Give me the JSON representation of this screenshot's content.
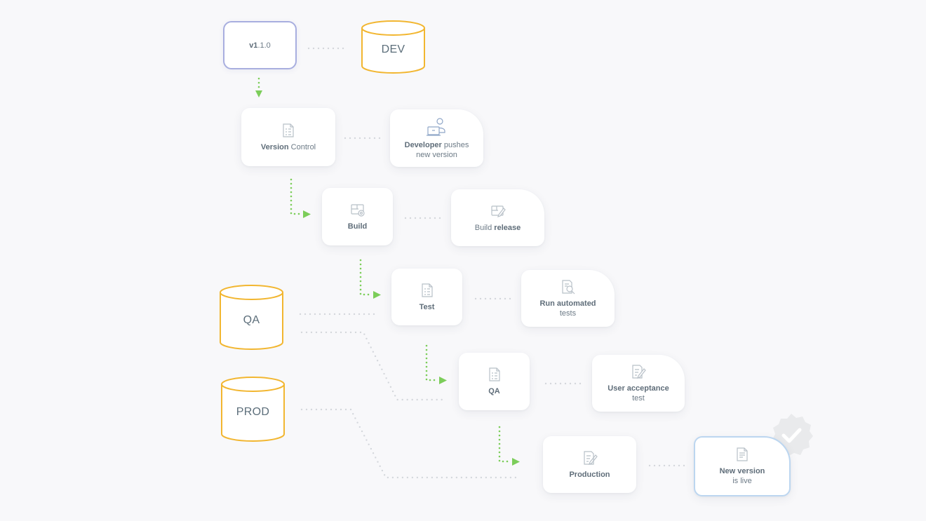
{
  "databases": {
    "dev": "DEV",
    "qa": "QA",
    "prod": "PROD"
  },
  "version_tag": {
    "bold": "v1",
    "rest": ".1.0"
  },
  "pipeline": {
    "version_control": {
      "bold": "Version",
      "rest": " Control",
      "icon": "checklist-document-icon"
    },
    "build": {
      "label": "Build",
      "icon": "build-gear-icon"
    },
    "test": {
      "label": "Test",
      "icon": "checklist-document-icon"
    },
    "qa": {
      "label": "QA",
      "icon": "checklist-document-icon"
    },
    "production": {
      "label": "Production",
      "icon": "edit-document-icon"
    }
  },
  "notes": {
    "developer": {
      "bold": "Developer",
      "rest": " pushes",
      "line2": "new version",
      "icon": "developer-laptop-icon"
    },
    "build_release": {
      "rest": "Build ",
      "bold": "release",
      "icon": "edit-board-icon"
    },
    "automated": {
      "bold": "Run automated",
      "line2": "tests",
      "icon": "search-document-icon"
    },
    "uat": {
      "bold": "User acceptance",
      "line2": "test",
      "icon": "edit-document-icon"
    },
    "live": {
      "bold": "New version",
      "line2": "is live",
      "icon": "document-icon"
    }
  },
  "colors": {
    "background": "#f8f8fa",
    "card": "#ffffff",
    "text": "#6c7a86",
    "flow_arrow": "#7ccd5a",
    "connector_dots": "#d4d7dc",
    "database_stroke": "#f2b630",
    "version_border": "#a8aedf",
    "final_border": "#bcd6f0",
    "badge": "#e9eaec"
  }
}
